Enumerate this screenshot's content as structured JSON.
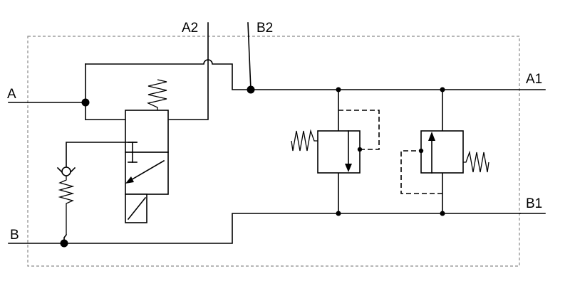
{
  "diagram": {
    "ports": {
      "a": "A",
      "b": "B",
      "a1": "A1",
      "b1": "B1",
      "a2": "A2",
      "b2": "B2"
    },
    "colors": {
      "stroke": "#000000",
      "boundary": "#8a8a8a",
      "background": "#ffffff"
    }
  }
}
